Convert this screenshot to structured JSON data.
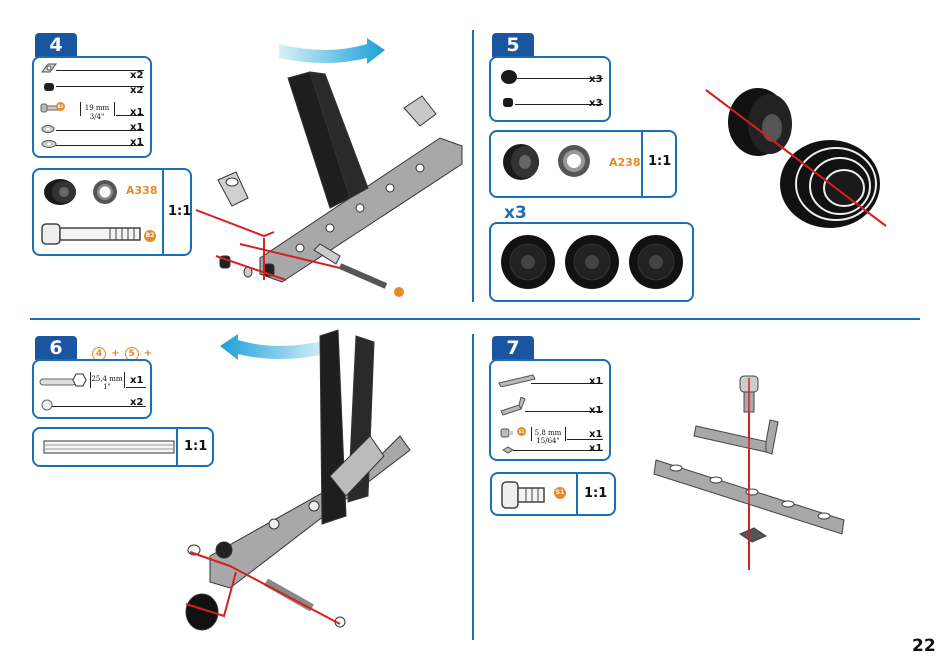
{
  "page": {
    "number": "22"
  },
  "step4": {
    "step": "4",
    "parts": [
      {
        "icon": "nut-plate-icon",
        "qty": "x2"
      },
      {
        "icon": "black-nut-icon",
        "qty": "x2"
      },
      {
        "icon": "screw-icon",
        "qty": "x1",
        "length_mm": "19 mm",
        "length_in": "3/4\"",
        "badge": "B2"
      },
      {
        "icon": "washer-icon",
        "qty": "x1"
      },
      {
        "icon": "small-bracket-icon",
        "qty": "x1"
      }
    ],
    "detail": {
      "code": "A338",
      "badge": "B2",
      "scale": "1:1"
    }
  },
  "step5": {
    "step": "5",
    "parts": [
      {
        "icon": "tire-icon",
        "qty": "x3"
      },
      {
        "icon": "nut-icon",
        "qty": "x3"
      }
    ],
    "detail": {
      "code": "A238",
      "scale": "1:1"
    },
    "multiplier": "x3"
  },
  "step6": {
    "step": "6",
    "prereq": {
      "a": "4",
      "b": "5",
      "plus": "+"
    },
    "parts": [
      {
        "icon": "axle-icon",
        "qty": "x1",
        "length_mm": "25,4 mm",
        "length_in": "1\""
      },
      {
        "icon": "collar-icon",
        "qty": "x2"
      }
    ],
    "detail": {
      "scale": "1:1"
    }
  },
  "step7": {
    "step": "7",
    "parts": [
      {
        "icon": "flat-strip-icon",
        "qty": "x1"
      },
      {
        "icon": "angle-bracket-icon",
        "qty": "x1"
      },
      {
        "icon": "screw-icon",
        "qty": "x1",
        "length_mm": "5,8 mm",
        "length_in": "15/64\"",
        "badge": "S1"
      },
      {
        "icon": "square-nut-icon",
        "qty": "x1"
      }
    ],
    "detail": {
      "badge": "S1",
      "scale": "1:1"
    }
  },
  "colors": {
    "accent": "#1a6fb5",
    "tab": "#1a56a0",
    "badge": "#e8892b",
    "assembly_line": "#d42020"
  }
}
